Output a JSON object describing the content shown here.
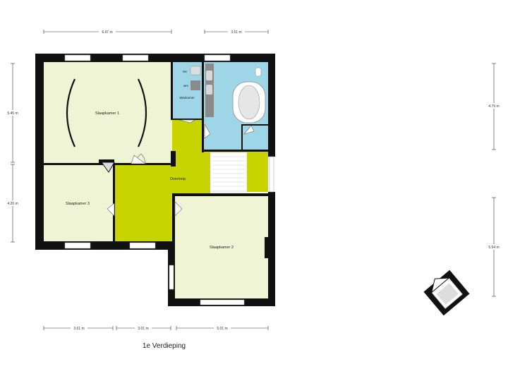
{
  "floor": {
    "title": "1e Verdieping"
  },
  "rooms": {
    "bedroom1": "Slaapkamer 1",
    "bedroom2": "Slaapkamer 2",
    "bedroom3": "Slaapkamer 3",
    "laundry": "Waskamer",
    "landing": "Overloop",
    "wc_tag": "Wc",
    "wm_tag": "wm"
  },
  "dimensions": {
    "top_left": "6.97 m",
    "top_right": "3.51 m",
    "left_upper": "5.45 m",
    "left_lower": "4.20 m",
    "right_upper": "4.79 m",
    "right_lower": "5.54 m",
    "bottom_left": "3.61 m",
    "bottom_middle": "3.01 m",
    "bottom_right": "5.01 m"
  },
  "colors": {
    "room_fill": "#eef4d4",
    "hall_fill": "#c8d400",
    "bath_fill": "#9ed6e8",
    "wall": "#111111"
  },
  "icons": {
    "compass": "compass-icon"
  }
}
